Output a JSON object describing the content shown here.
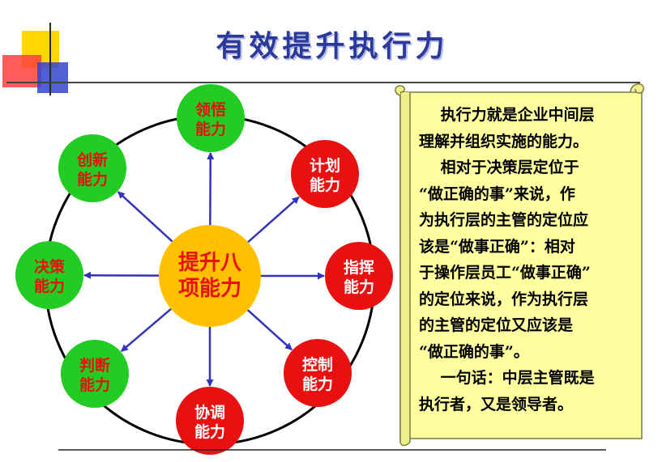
{
  "title": "有效提升执行力",
  "center": {
    "lines": [
      "提升八",
      "项能力"
    ],
    "fill": "#ffc000"
  },
  "colors": {
    "green": "#22cc22",
    "red": "#e81010",
    "arrow": "#3333bb",
    "ring": "#000000",
    "scroll": "#ffffa0",
    "title": "#2b3a9a"
  },
  "nodes": [
    {
      "lines": [
        "领悟",
        "能力"
      ],
      "color": "green"
    },
    {
      "lines": [
        "计划",
        "能力"
      ],
      "color": "red"
    },
    {
      "lines": [
        "指挥",
        "能力"
      ],
      "color": "red"
    },
    {
      "lines": [
        "控制",
        "能力"
      ],
      "color": "red"
    },
    {
      "lines": [
        "协调",
        "能力"
      ],
      "color": "red"
    },
    {
      "lines": [
        "判断",
        "能力"
      ],
      "color": "green"
    },
    {
      "lines": [
        "决策",
        "能力"
      ],
      "color": "green"
    },
    {
      "lines": [
        "创新",
        "能力"
      ],
      "color": "green"
    }
  ],
  "scroll": {
    "lines": [
      "执行力就是企业中间层",
      "理解并组织实施的能力。",
      "相对于决策层定位于",
      "“做正确的事”来说，作",
      "为执行层的主管的定位应",
      "该是“做事正确”：相对",
      "于操作层员工“做事正确”",
      "的定位来说，作为执行层",
      "的主管的定位又应该是",
      "“做正确的事”。",
      "一句话：中层主管既是",
      "执行者，又是领导者。"
    ]
  }
}
